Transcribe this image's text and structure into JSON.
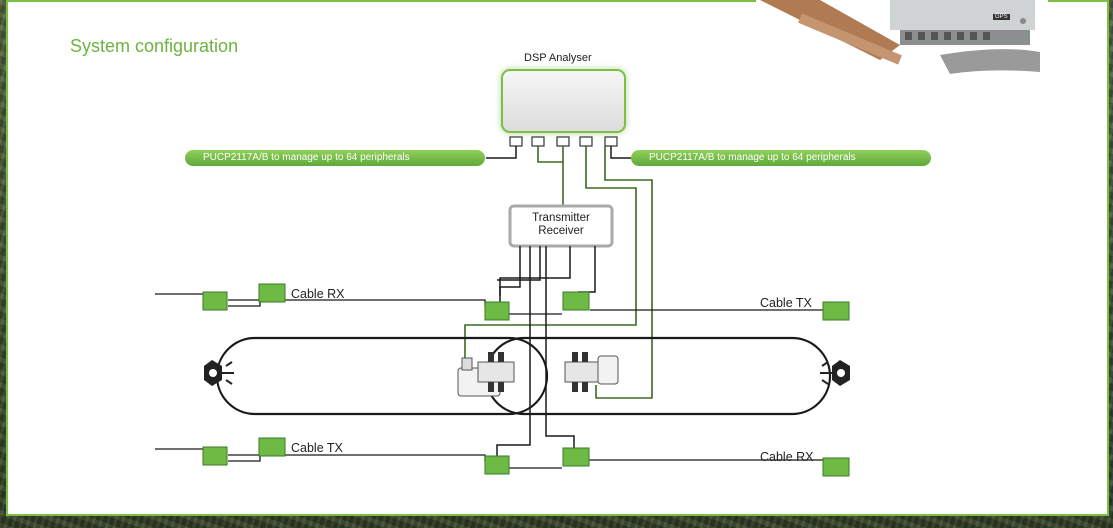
{
  "page_title": "System configuration",
  "dsp_analyser": {
    "label": "DSP Analyser"
  },
  "transceiver": {
    "line1": "Transmitter",
    "line2": "Receiver"
  },
  "peripheral_pill_left": "PUCP2117A/B to manage up to 64 peripherals",
  "peripheral_pill_right": "PUCP2117A/B to manage up to 64 peripherals",
  "cables": {
    "top_left": "Cable RX",
    "top_right": "Cable TX",
    "bottom_left": "Cable TX",
    "bottom_right": "Cable RX"
  },
  "photo_tag": "GPS",
  "colors": {
    "accent_green": "#7bc043",
    "module_green": "#6dbb45",
    "wire_dark": "#1a1a1a"
  }
}
